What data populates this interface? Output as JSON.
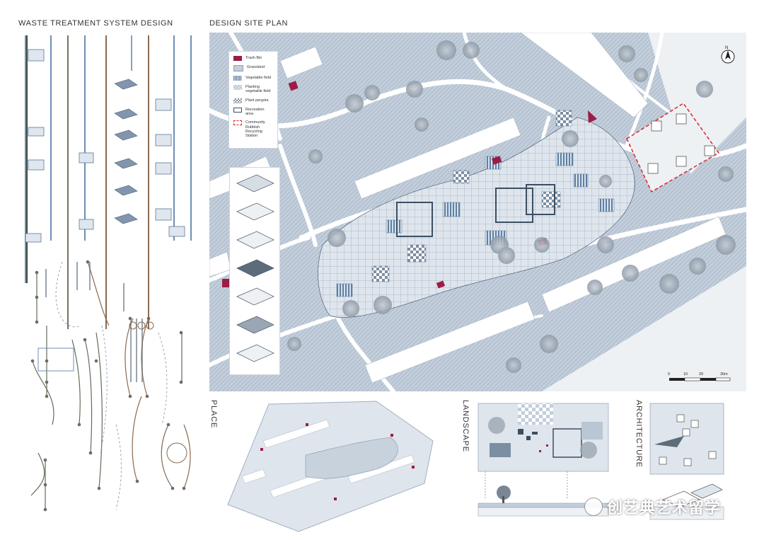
{
  "headings": {
    "waste": "WASTE TREATMENT SYSTEM DESIGN",
    "site": "DESIGN SITE PLAN",
    "place": "PLACE",
    "landscape": "LANDSCAPE",
    "architecture": "ARCHITECTURE"
  },
  "north": "N",
  "scale_bar": {
    "labels": [
      "0",
      "10",
      "20",
      "30m"
    ]
  },
  "legend": [
    {
      "label": "Trash Bin",
      "swatch": "trash"
    },
    {
      "label": "Grassland",
      "swatch": "grass"
    },
    {
      "label": "Vegetable field",
      "swatch": "veg"
    },
    {
      "label": "Planting vegetable field",
      "swatch": "plant"
    },
    {
      "label": "Plant pergola",
      "swatch": "pergola"
    },
    {
      "label": "Recreation area",
      "swatch": "rec"
    },
    {
      "label": "Community Rubbish Recycling Station",
      "swatch": "station"
    }
  ],
  "watermark": "创艺典艺术留学",
  "colors": {
    "paving": "#b9c6d6",
    "paving_light": "#dde4ec",
    "path": "#ffffff",
    "trash": "#9c1c45",
    "tree": "#9aa6b3",
    "station": "#d9262b",
    "brown_line": "#8a6a4f",
    "blue_line": "#6f8fb5",
    "green_line": "#5f6e57"
  }
}
